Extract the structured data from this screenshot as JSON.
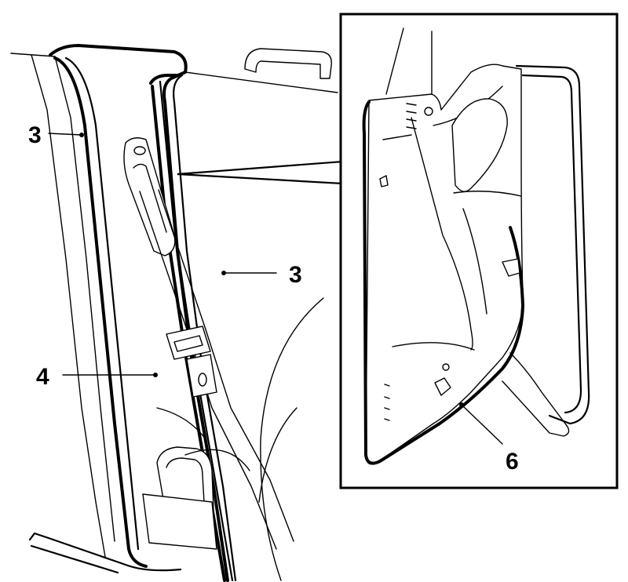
{
  "diagram": {
    "callouts": [
      {
        "id": "trim-upper-left",
        "text": "3"
      },
      {
        "id": "trim-right",
        "text": "3"
      },
      {
        "id": "pillar-trim",
        "text": "4"
      },
      {
        "id": "detail-trim",
        "text": "6"
      }
    ],
    "colors": {
      "line": "#000000",
      "background": "#ffffff"
    }
  }
}
